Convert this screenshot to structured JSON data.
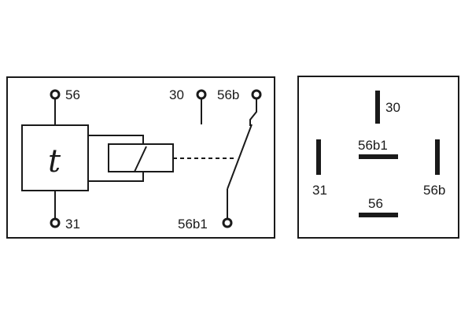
{
  "schematic": {
    "timer_symbol": "t",
    "terminals": {
      "t56": "56",
      "t31": "31",
      "t30": "30",
      "t56b": "56b",
      "t56b1": "56b1"
    }
  },
  "pinout": {
    "pins": {
      "p30": "30",
      "p56b1": "56b1",
      "p31": "31",
      "p56b": "56b",
      "p56": "56"
    }
  }
}
